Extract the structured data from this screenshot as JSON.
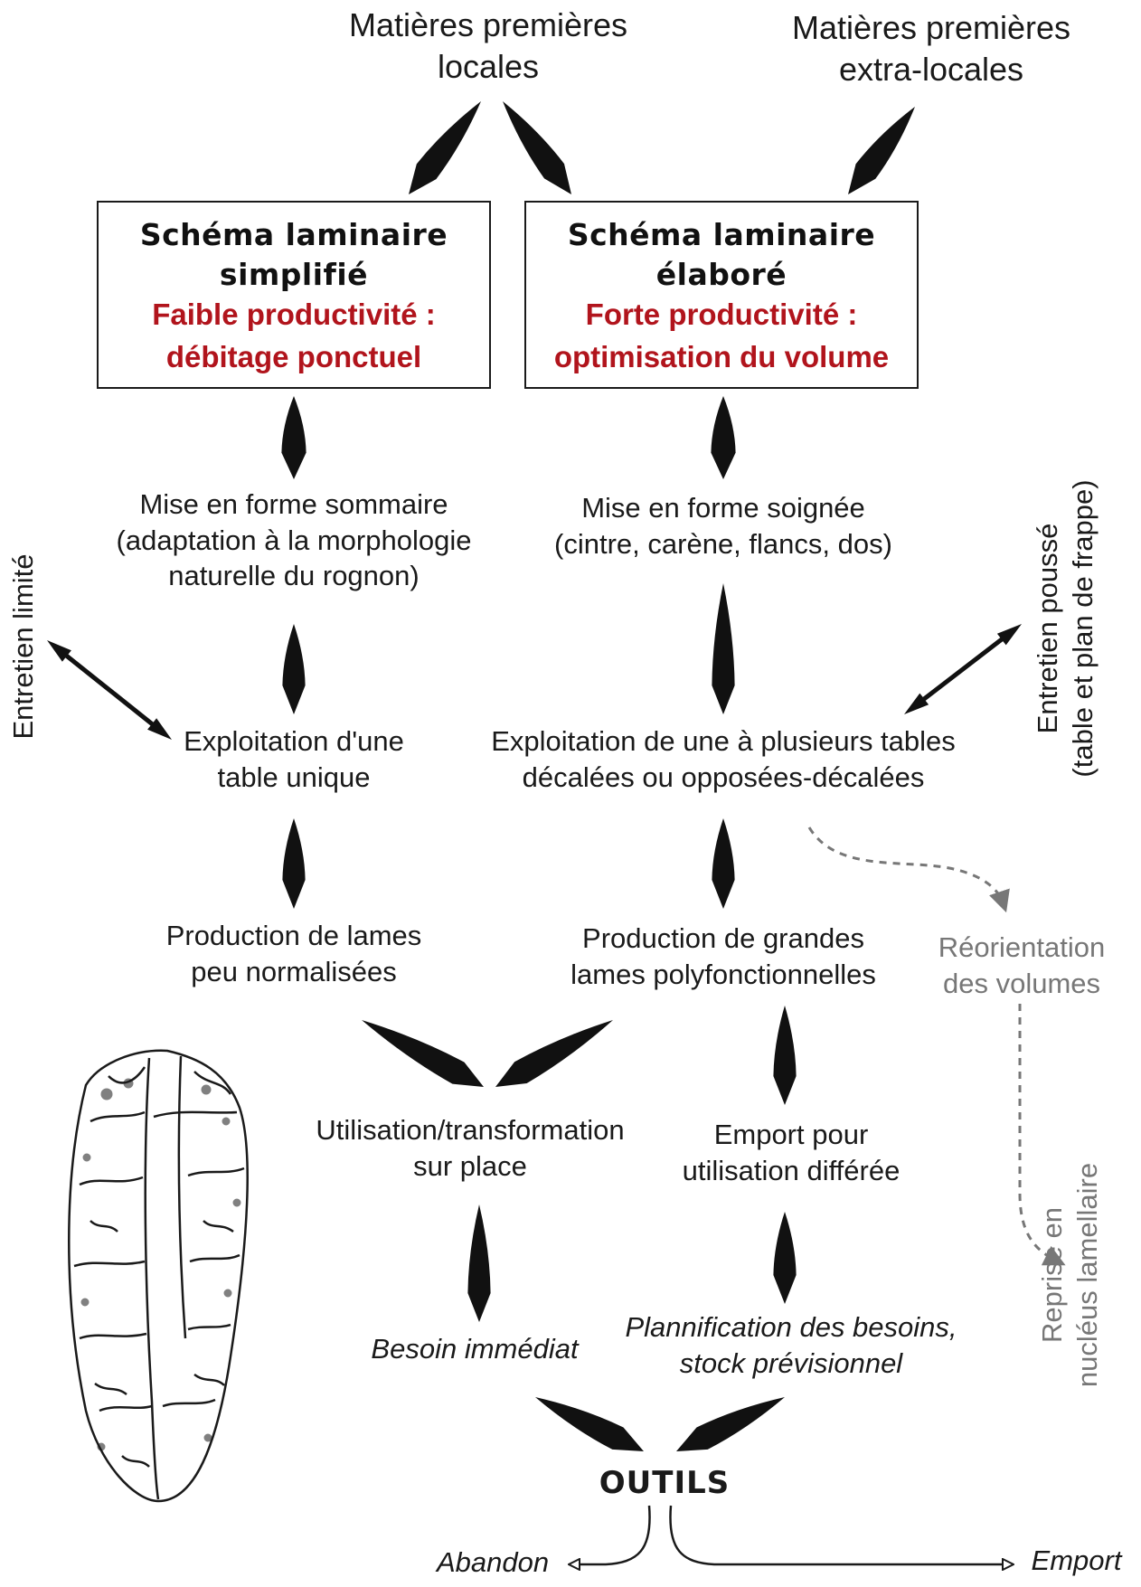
{
  "sources": {
    "local": [
      "Matières premières",
      "locales"
    ],
    "extra_local": [
      "Matières premières",
      "extra-locales"
    ]
  },
  "boxes": {
    "simplified": {
      "title": [
        "Schéma laminaire",
        "simplifié"
      ],
      "subtitle": [
        "Faible productivité :",
        "débitage ponctuel"
      ]
    },
    "elaborate": {
      "title": [
        "Schéma laminaire",
        "élaboré"
      ],
      "subtitle": [
        "Forte productivité :",
        "optimisation du volume"
      ]
    }
  },
  "left_chain": {
    "preparation": [
      "Mise en forme sommaire",
      "(adaptation à la morphologie",
      "naturelle du rognon)"
    ],
    "exploitation": [
      "Exploitation d'une",
      "table unique"
    ],
    "production": [
      "Production de lames",
      "peu normalisées"
    ],
    "maintenance": [
      "Entretien limité"
    ]
  },
  "right_chain": {
    "preparation": [
      "Mise en forme soignée",
      "(cintre, carène, flancs, dos)"
    ],
    "exploitation": [
      "Exploitation de une à plusieurs tables",
      "décalées ou opposées-décalées"
    ],
    "production": [
      "Production de grandes",
      "lames polyfonctionnelles"
    ],
    "maintenance": [
      "Entretien poussé",
      "(table et plan de frappe)"
    ]
  },
  "reorientation": {
    "step1": [
      "Réorientation",
      "des volumes"
    ],
    "step2": [
      "Reprise en",
      "nucléus lamellaire"
    ]
  },
  "use": {
    "onsite": [
      "Utilisation/transformation",
      "sur place"
    ],
    "transport": [
      "Emport pour",
      "utilisation différée"
    ],
    "immediate": [
      "Besoin immédiat"
    ],
    "planning": [
      "Plannification des besoins,",
      "stock prévisionnel"
    ]
  },
  "outcome": {
    "tools": "OUTILS",
    "abandon": "Abandon",
    "emport": "Emport"
  },
  "colors": {
    "text": "#1a1a1a",
    "red_emphasis": "#b1141c",
    "gray_secondary": "#777777",
    "box_border": "#1a1a1a"
  },
  "icons": [
    "leaf-arrow-icon",
    "double-arrow-icon",
    "dashed-arrow-icon",
    "outline-arrow-icon",
    "flint-blade-drawing"
  ]
}
